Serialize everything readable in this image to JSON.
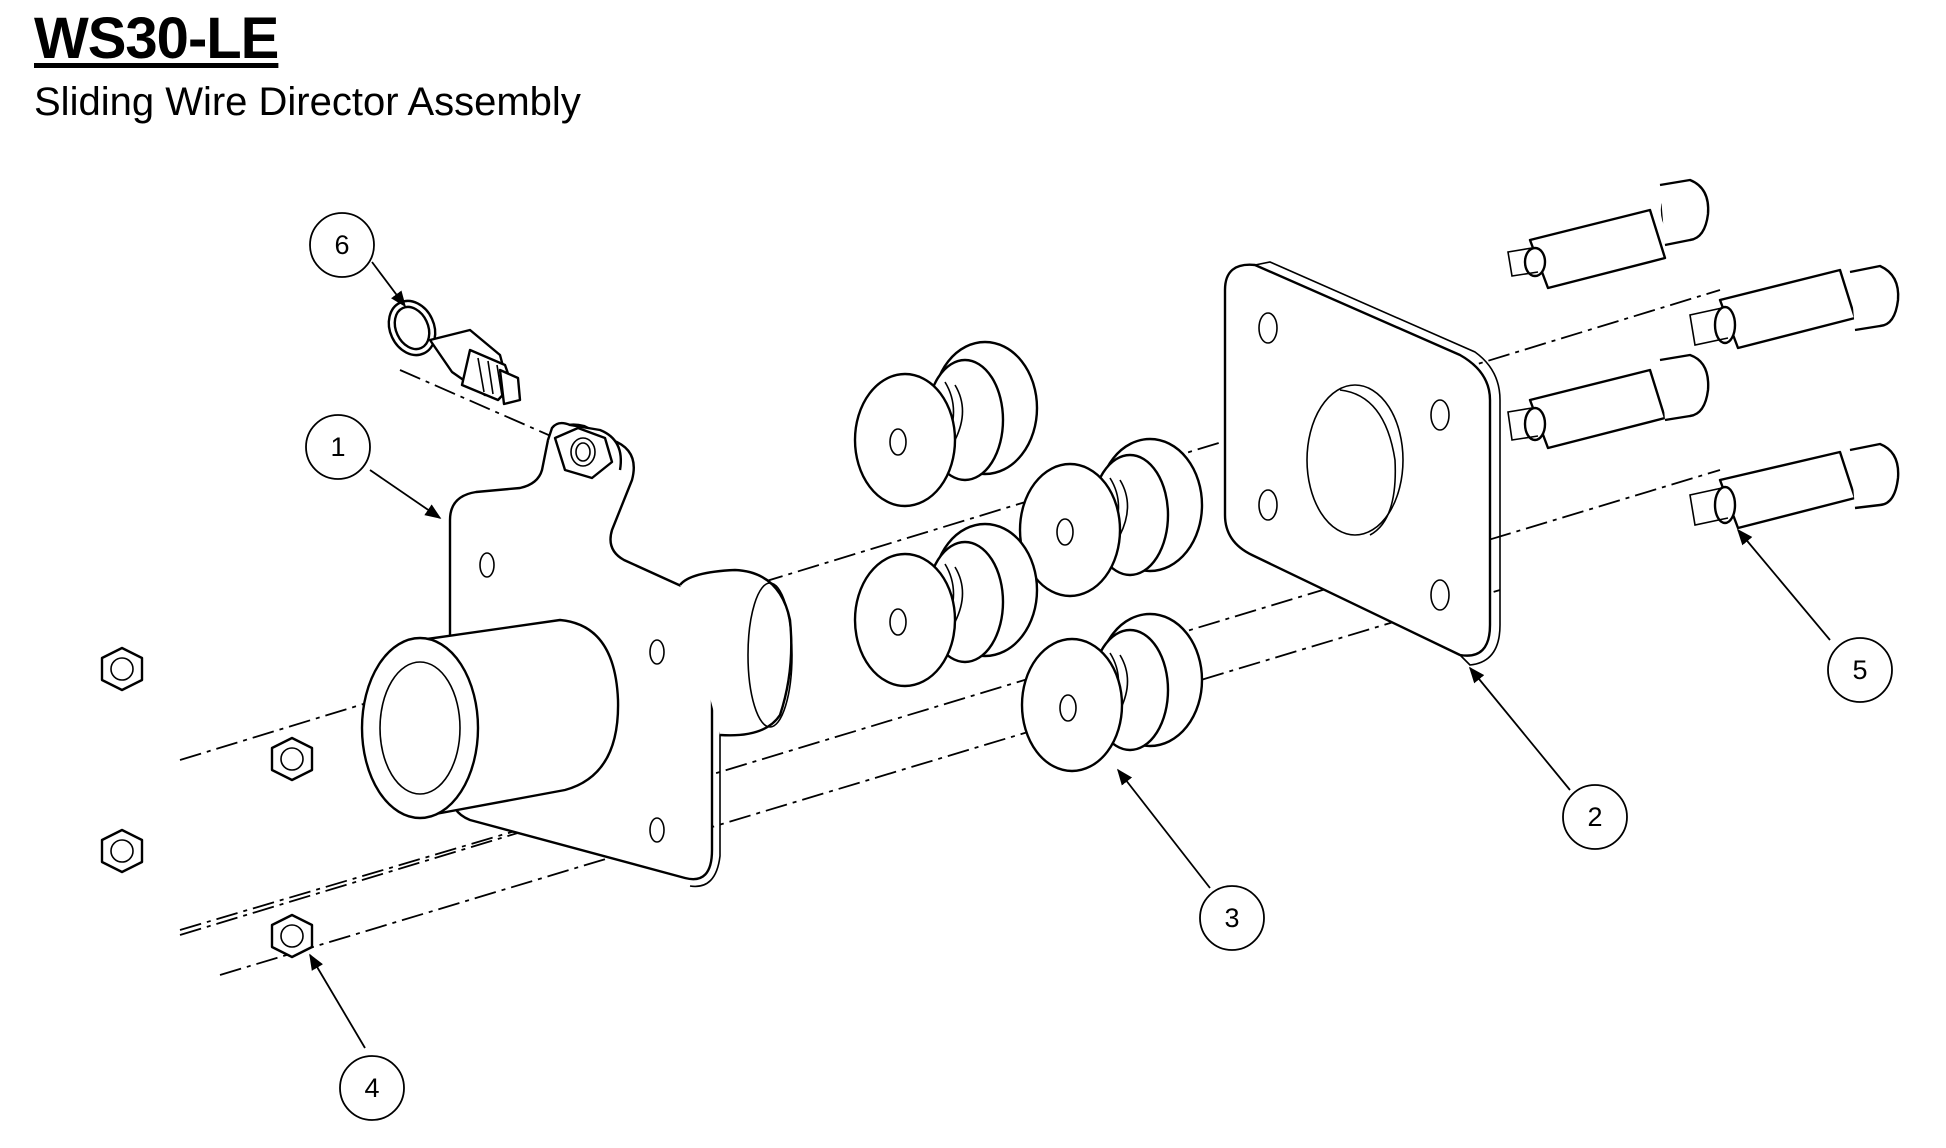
{
  "header": {
    "title": "WS30-LE",
    "subtitle": "Sliding Wire Director Assembly"
  },
  "callouts": [
    {
      "id": "1",
      "label": "1"
    },
    {
      "id": "2",
      "label": "2"
    },
    {
      "id": "3",
      "label": "3"
    },
    {
      "id": "4",
      "label": "4"
    },
    {
      "id": "5",
      "label": "5"
    },
    {
      "id": "6",
      "label": "6"
    }
  ]
}
